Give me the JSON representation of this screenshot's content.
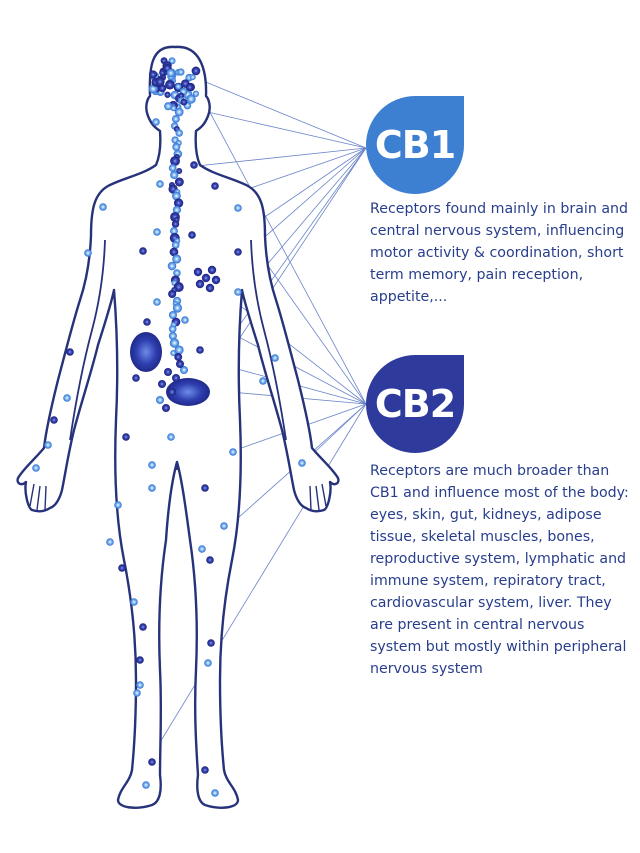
{
  "receptors": [
    {
      "id": "cb1",
      "label": "CB1",
      "color": "#3d7fd1",
      "description": "Receptors found mainly in brain and central nervous system, influencing motor activity & coordination, short term memory, pain reception, appetite,..."
    },
    {
      "id": "cb2",
      "label": "CB2",
      "color": "#2e3a9c",
      "description": "Receptors are much broader than CB1 and influence most of the body: eyes, skin, gut, kidneys, adipose tissue, skeletal muscles, bones, reproductive system, lymphatic and immune system, repiratory tract, cardiovascular system, liver. They are present in central nervous system but mostly within peripheral nervous system"
    }
  ],
  "colors": {
    "body_outline": "#26327a",
    "connector_line": "#6a84c8",
    "receptor_dark": "#2b2f8c",
    "receptor_light": "#4a8fe0",
    "description_text": "#283e8c"
  }
}
